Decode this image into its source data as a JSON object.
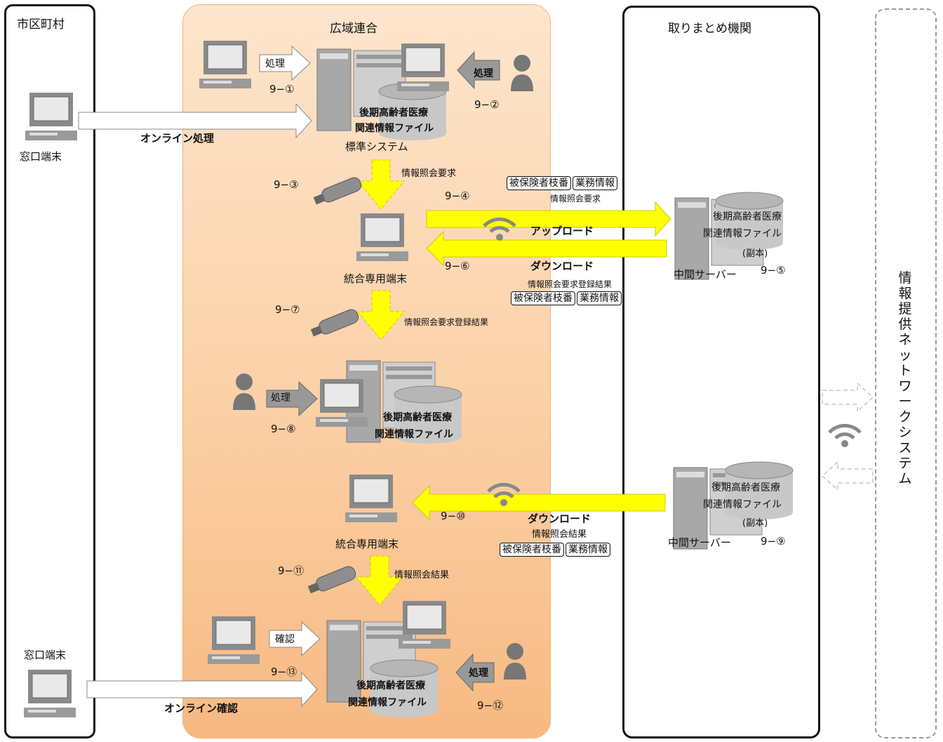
{
  "lanes": {
    "city": "市区町村",
    "union": "広域連合",
    "org": "取りまとめ機関",
    "network": "情報提供ネットワークシステム"
  },
  "terminals": {
    "window_terminal": "窓口端末",
    "integrated_terminal": "統合専用端末",
    "intermediate_server": "中間サーバー"
  },
  "files": {
    "line1": "後期高齢者医療",
    "line2": "関連情報ファイル",
    "standard_system": "標準システム",
    "copy": "(副本)"
  },
  "actions": {
    "process": "処理",
    "confirm": "確認",
    "online_process": "オンライン処理",
    "online_confirm": "オンライン確認",
    "upload": "アップロード",
    "download": "ダウンロード"
  },
  "data_items": {
    "insured_number": "被保険者枝番",
    "business_info": "業務情報",
    "inquiry_request": "情報照会要求",
    "inquiry_request_result": "情報照会要求登録結果",
    "inquiry_result": "情報照会結果"
  },
  "steps": {
    "s1": "9−①",
    "s2": "9−②",
    "s3": "9−③",
    "s4": "9−④",
    "s5": "9−⑤",
    "s6": "9−⑥",
    "s7": "9−⑦",
    "s8": "9−⑧",
    "s9": "9−⑨",
    "s10": "9−⑩",
    "s11": "9−⑪",
    "s12": "9−⑫",
    "s13": "9−⑬"
  },
  "colors": {
    "union_bg": "#fbd0a6",
    "yellow_arrow": "#ffff00",
    "device_gray": "#9a9a9a"
  }
}
